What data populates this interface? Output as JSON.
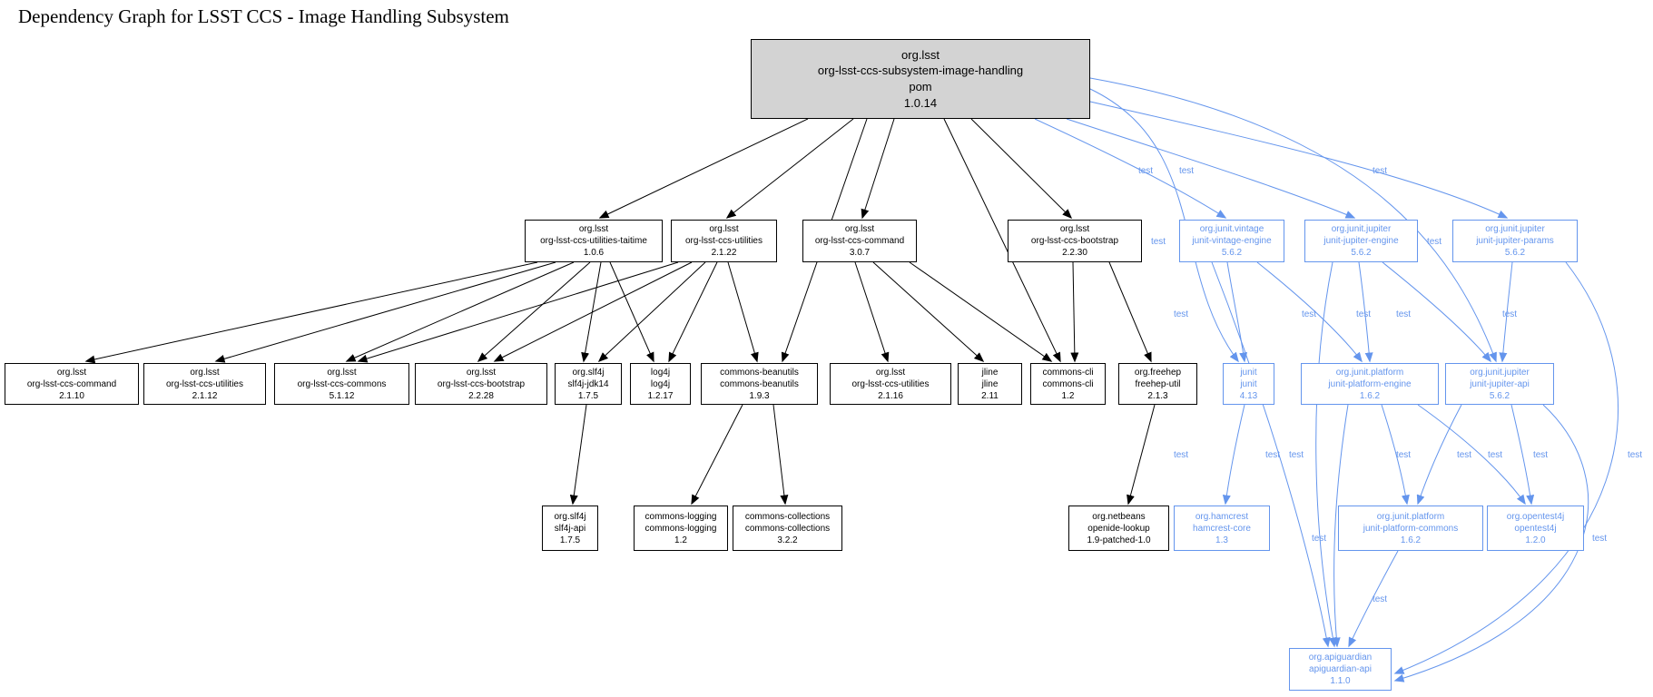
{
  "title": "Dependency Graph for LSST CCS - Image Handling Subsystem",
  "edge_scope_label": "test",
  "colors": {
    "root_fill": "#d3d3d3",
    "compile_color": "#000000",
    "test_color": "#6495ed",
    "background": "#ffffff"
  },
  "nodes": {
    "root": {
      "text": "org.lsst\norg-lsst-ccs-subsystem-image-handling\npom\n1.0.14",
      "scope": "compile"
    },
    "taitime": {
      "text": "org.lsst\norg-lsst-ccs-utilities-taitime\n1.0.6",
      "scope": "compile"
    },
    "utilities_2_1_22": {
      "text": "org.lsst\norg-lsst-ccs-utilities\n2.1.22",
      "scope": "compile"
    },
    "command_3_0_7": {
      "text": "org.lsst\norg-lsst-ccs-command\n3.0.7",
      "scope": "compile"
    },
    "bootstrap_2_2_30": {
      "text": "org.lsst\norg-lsst-ccs-bootstrap\n2.2.30",
      "scope": "compile"
    },
    "vintage_engine": {
      "text": "org.junit.vintage\njunit-vintage-engine\n5.6.2",
      "scope": "test"
    },
    "jupiter_engine": {
      "text": "org.junit.jupiter\njunit-jupiter-engine\n5.6.2",
      "scope": "test"
    },
    "jupiter_params": {
      "text": "org.junit.jupiter\njunit-jupiter-params\n5.6.2",
      "scope": "test"
    },
    "command_2_1_10": {
      "text": "org.lsst\norg-lsst-ccs-command\n2.1.10",
      "scope": "compile"
    },
    "utilities_2_1_12": {
      "text": "org.lsst\norg-lsst-ccs-utilities\n2.1.12",
      "scope": "compile"
    },
    "commons_5_1_12": {
      "text": "org.lsst\norg-lsst-ccs-commons\n5.1.12",
      "scope": "compile"
    },
    "bootstrap_2_2_28": {
      "text": "org.lsst\norg-lsst-ccs-bootstrap\n2.2.28",
      "scope": "compile"
    },
    "slf4j_jdk14": {
      "text": "org.slf4j\nslf4j-jdk14\n1.7.5",
      "scope": "compile"
    },
    "log4j": {
      "text": "log4j\nlog4j\n1.2.17",
      "scope": "compile"
    },
    "commons_beanutils": {
      "text": "commons-beanutils\ncommons-beanutils\n1.9.3",
      "scope": "compile"
    },
    "utilities_2_1_16": {
      "text": "org.lsst\norg-lsst-ccs-utilities\n2.1.16",
      "scope": "compile"
    },
    "jline": {
      "text": "jline\njline\n2.11",
      "scope": "compile"
    },
    "commons_cli": {
      "text": "commons-cli\ncommons-cli\n1.2",
      "scope": "compile"
    },
    "freehep_util": {
      "text": "org.freehep\nfreehep-util\n2.1.3",
      "scope": "compile"
    },
    "junit4": {
      "text": "junit\njunit\n4.13",
      "scope": "test"
    },
    "platform_engine": {
      "text": "org.junit.platform\njunit-platform-engine\n1.6.2",
      "scope": "test"
    },
    "jupiter_api": {
      "text": "org.junit.jupiter\njunit-jupiter-api\n5.6.2",
      "scope": "test"
    },
    "slf4j_api": {
      "text": "org.slf4j\nslf4j-api\n1.7.5",
      "scope": "compile"
    },
    "commons_logging": {
      "text": "commons-logging\ncommons-logging\n1.2",
      "scope": "compile"
    },
    "commons_collections": {
      "text": "commons-collections\ncommons-collections\n3.2.2",
      "scope": "compile"
    },
    "openide_lookup": {
      "text": "org.netbeans\nopenide-lookup\n1.9-patched-1.0",
      "scope": "compile"
    },
    "hamcrest_core": {
      "text": "org.hamcrest\nhamcrest-core\n1.3",
      "scope": "test"
    },
    "platform_commons": {
      "text": "org.junit.platform\njunit-platform-commons\n1.6.2",
      "scope": "test"
    },
    "opentest4j": {
      "text": "org.opentest4j\nopentest4j\n1.2.0",
      "scope": "test"
    },
    "apiguardian": {
      "text": "org.apiguardian\napiguardian-api\n1.1.0",
      "scope": "test"
    }
  },
  "edges": [
    {
      "from": "root",
      "to": "taitime",
      "scope": "compile"
    },
    {
      "from": "root",
      "to": "utilities_2_1_22",
      "scope": "compile"
    },
    {
      "from": "root",
      "to": "command_3_0_7",
      "scope": "compile"
    },
    {
      "from": "root",
      "to": "bootstrap_2_2_30",
      "scope": "compile"
    },
    {
      "from": "root",
      "to": "commons_beanutils",
      "scope": "compile"
    },
    {
      "from": "root",
      "to": "commons_cli",
      "scope": "compile"
    },
    {
      "from": "taitime",
      "to": "command_2_1_10",
      "scope": "compile"
    },
    {
      "from": "taitime",
      "to": "utilities_2_1_12",
      "scope": "compile"
    },
    {
      "from": "taitime",
      "to": "commons_5_1_12",
      "scope": "compile"
    },
    {
      "from": "taitime",
      "to": "bootstrap_2_2_28",
      "scope": "compile"
    },
    {
      "from": "taitime",
      "to": "slf4j_jdk14",
      "scope": "compile"
    },
    {
      "from": "taitime",
      "to": "log4j",
      "scope": "compile"
    },
    {
      "from": "utilities_2_1_22",
      "to": "commons_5_1_12",
      "scope": "compile"
    },
    {
      "from": "utilities_2_1_22",
      "to": "bootstrap_2_2_28",
      "scope": "compile"
    },
    {
      "from": "utilities_2_1_22",
      "to": "slf4j_jdk14",
      "scope": "compile"
    },
    {
      "from": "utilities_2_1_22",
      "to": "log4j",
      "scope": "compile"
    },
    {
      "from": "utilities_2_1_22",
      "to": "commons_beanutils",
      "scope": "compile"
    },
    {
      "from": "command_3_0_7",
      "to": "utilities_2_1_16",
      "scope": "compile"
    },
    {
      "from": "command_3_0_7",
      "to": "jline",
      "scope": "compile"
    },
    {
      "from": "command_3_0_7",
      "to": "commons_cli",
      "scope": "compile"
    },
    {
      "from": "bootstrap_2_2_30",
      "to": "commons_cli",
      "scope": "compile"
    },
    {
      "from": "bootstrap_2_2_30",
      "to": "freehep_util",
      "scope": "compile"
    },
    {
      "from": "slf4j_jdk14",
      "to": "slf4j_api",
      "scope": "compile"
    },
    {
      "from": "commons_beanutils",
      "to": "commons_logging",
      "scope": "compile"
    },
    {
      "from": "commons_beanutils",
      "to": "commons_collections",
      "scope": "compile"
    },
    {
      "from": "freehep_util",
      "to": "openide_lookup",
      "scope": "compile"
    },
    {
      "from": "root",
      "to": "vintage_engine",
      "scope": "test"
    },
    {
      "from": "root",
      "to": "jupiter_engine",
      "scope": "test"
    },
    {
      "from": "root",
      "to": "jupiter_params",
      "scope": "test"
    },
    {
      "from": "root",
      "to": "junit4",
      "scope": "test"
    },
    {
      "from": "root",
      "to": "jupiter_api",
      "scope": "test"
    },
    {
      "from": "vintage_engine",
      "to": "junit4",
      "scope": "test"
    },
    {
      "from": "vintage_engine",
      "to": "platform_engine",
      "scope": "test"
    },
    {
      "from": "vintage_engine",
      "to": "apiguardian",
      "scope": "test"
    },
    {
      "from": "jupiter_engine",
      "to": "platform_engine",
      "scope": "test"
    },
    {
      "from": "jupiter_engine",
      "to": "jupiter_api",
      "scope": "test"
    },
    {
      "from": "jupiter_engine",
      "to": "apiguardian",
      "scope": "test"
    },
    {
      "from": "jupiter_params",
      "to": "jupiter_api",
      "scope": "test"
    },
    {
      "from": "jupiter_params",
      "to": "apiguardian",
      "scope": "test"
    },
    {
      "from": "junit4",
      "to": "hamcrest_core",
      "scope": "test"
    },
    {
      "from": "platform_engine",
      "to": "platform_commons",
      "scope": "test"
    },
    {
      "from": "platform_engine",
      "to": "opentest4j",
      "scope": "test"
    },
    {
      "from": "platform_engine",
      "to": "apiguardian",
      "scope": "test"
    },
    {
      "from": "jupiter_api",
      "to": "platform_commons",
      "scope": "test"
    },
    {
      "from": "jupiter_api",
      "to": "opentest4j",
      "scope": "test"
    },
    {
      "from": "jupiter_api",
      "to": "apiguardian",
      "scope": "test"
    },
    {
      "from": "platform_commons",
      "to": "apiguardian",
      "scope": "test"
    }
  ]
}
